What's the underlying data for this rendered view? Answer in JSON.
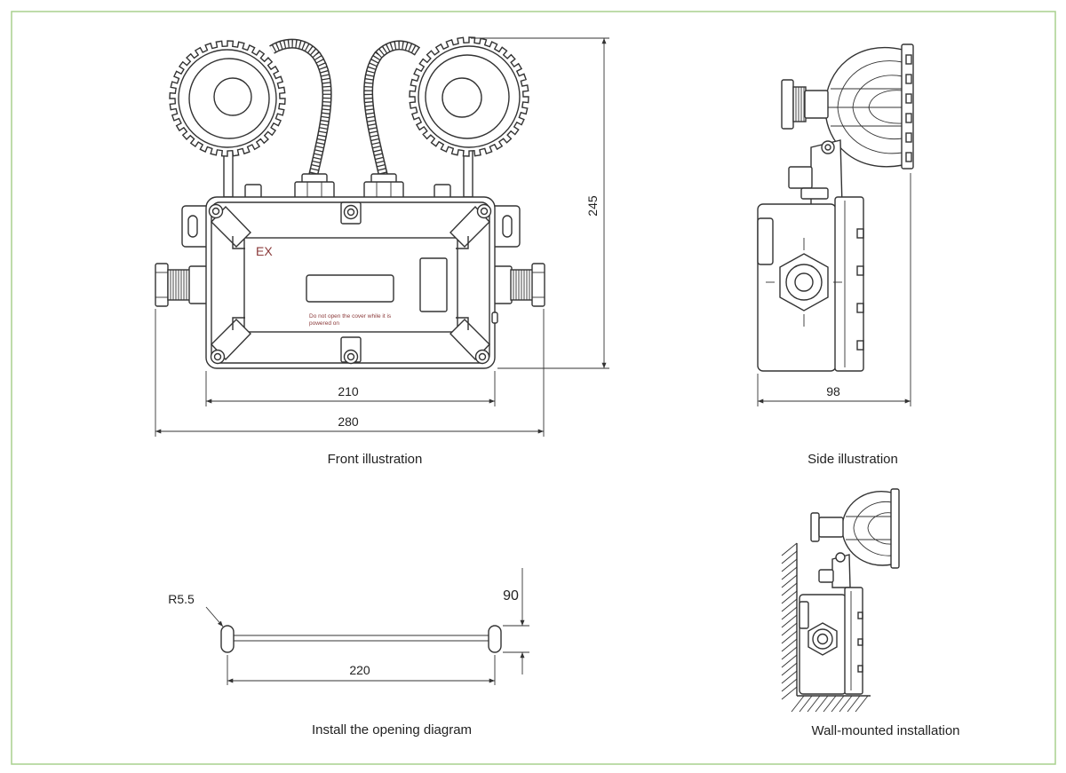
{
  "front": {
    "caption": "Front illustration",
    "ex_label": "EX",
    "warning_line1": "Do not open the cover while it is",
    "warning_line2": "powered on",
    "dim_height": "245",
    "dim_body_width": "210",
    "dim_total_width": "280"
  },
  "side": {
    "caption": "Side illustration",
    "dim_depth": "98"
  },
  "opening": {
    "caption": "Install the opening diagram",
    "dim_radius": "R5.5",
    "dim_slot": "90",
    "dim_spacing": "220"
  },
  "wall": {
    "caption": "Wall-mounted installation"
  },
  "colors": {
    "border": "#a9d18e",
    "line": "#333333",
    "label": "#8b3a3a"
  }
}
